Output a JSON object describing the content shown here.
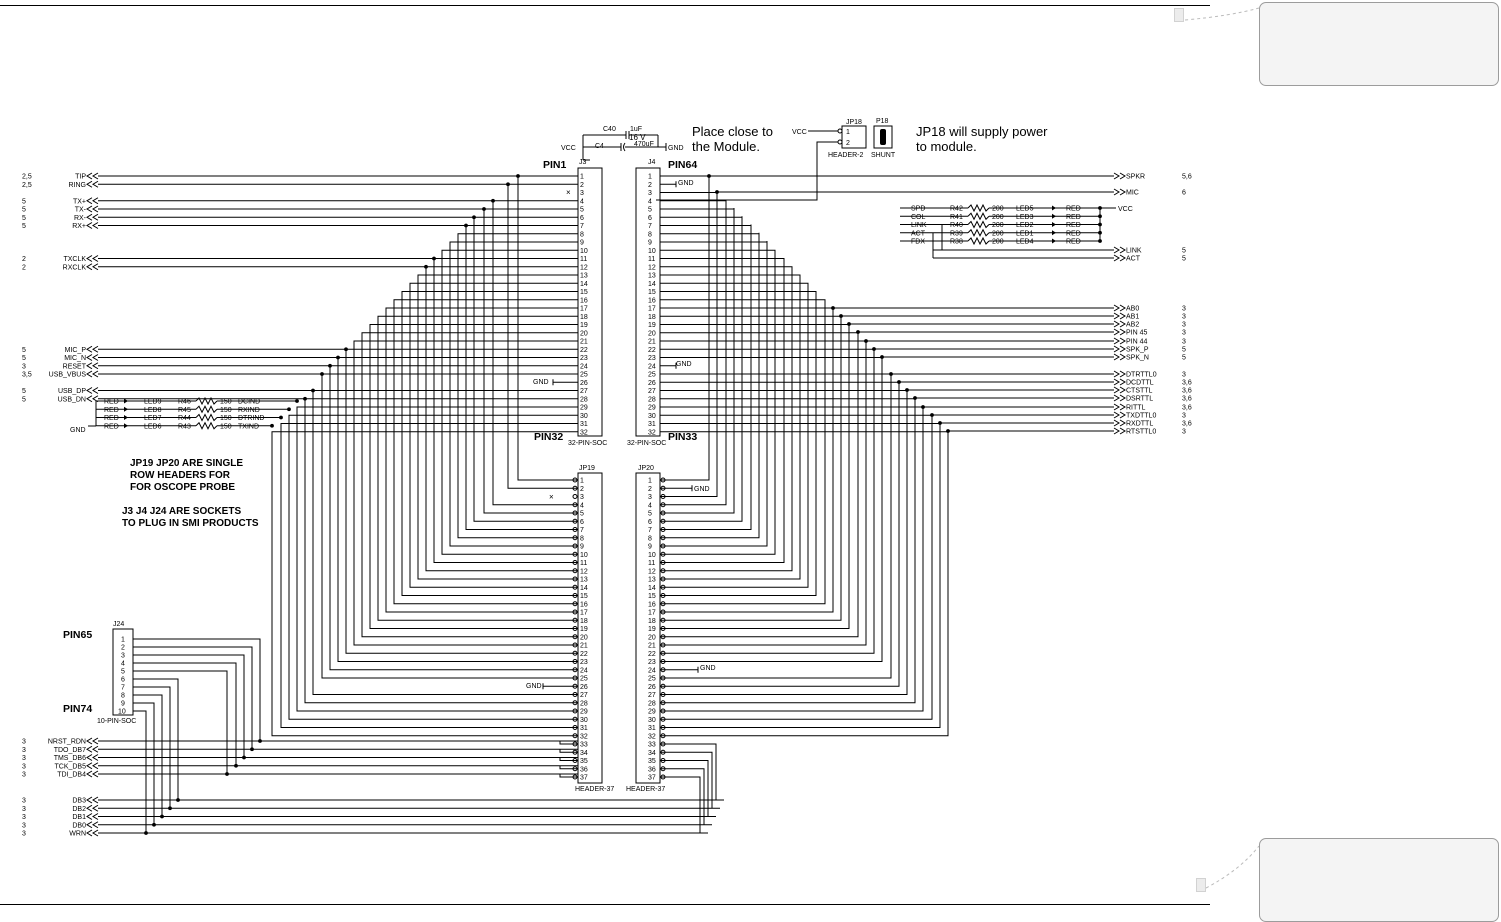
{
  "texts": {
    "place_note_1": "Place close to",
    "place_note_2": "the Module.",
    "jp18_note_1": "JP18 will supply power",
    "jp18_note_2": "to module.",
    "pin1": "PIN1",
    "pin32": "PIN32",
    "pin64": "PIN64",
    "pin33": "PIN33",
    "pin65": "PIN65",
    "pin74": "PIN74",
    "j3_ref": "J3",
    "j4_ref": "J4",
    "jp19_ref": "JP19",
    "jp20_ref": "JP20",
    "j24_ref": "J24",
    "jp18_ref": "JP18",
    "p18_ref": "P18",
    "soc32": "32-PIN-SOC",
    "soc10": "10-PIN-SOC",
    "header37": "HEADER-37",
    "header2": "HEADER-2",
    "shunt": "SHUNT",
    "c40": "C40",
    "c40_val": "1uF",
    "c40_volt": "16 V",
    "c4": "C4",
    "c4_val": "470uF",
    "vcc": "VCC",
    "gnd": "GND",
    "note1_l1": "JP19 JP20 ARE SINGLE",
    "note1_l2": "ROW HEADERS FOR",
    "note1_l3": "FOR OSCOPE PROBE",
    "note2_l1": "J3 J4 J24 ARE SOCKETS",
    "note2_l2": "TO PLUG IN SMI PRODUCTS"
  },
  "left_nets": [
    {
      "name": "TIP",
      "ref": "2,5"
    },
    {
      "name": "RING",
      "ref": "2,5"
    },
    {
      "name": "TX+",
      "ref": "5"
    },
    {
      "name": "TX-",
      "ref": "5"
    },
    {
      "name": "RX-",
      "ref": "5"
    },
    {
      "name": "RX+",
      "ref": "5"
    },
    {
      "name": "TXCLK",
      "ref": "2"
    },
    {
      "name": "RXCLK",
      "ref": "2"
    },
    {
      "name": "MIC_P",
      "ref": "5"
    },
    {
      "name": "MIC_N",
      "ref": "5"
    },
    {
      "name": "RESET",
      "ref": "3"
    },
    {
      "name": "USB_VBUS",
      "ref": "3,5"
    },
    {
      "name": "USB_DP",
      "ref": "5"
    },
    {
      "name": "USB_DN",
      "ref": "5"
    }
  ],
  "bottom_nets": [
    {
      "name": "NRST_RDN",
      "ref": "3"
    },
    {
      "name": "TDO_DB7",
      "ref": "3"
    },
    {
      "name": "TMS_DB6",
      "ref": "3"
    },
    {
      "name": "TCK_DB5",
      "ref": "3"
    },
    {
      "name": "TDI_DB4",
      "ref": "3"
    },
    {
      "name": "DB3",
      "ref": "3"
    },
    {
      "name": "DB2",
      "ref": "3"
    },
    {
      "name": "DB1",
      "ref": "3"
    },
    {
      "name": "DB0",
      "ref": "3"
    },
    {
      "name": "WRN",
      "ref": "3"
    }
  ],
  "right_nets": [
    {
      "name": "SPKR",
      "ref": "5,6"
    },
    {
      "name": "MIC",
      "ref": "6"
    },
    {
      "name": "LINK",
      "ref": "5"
    },
    {
      "name": "ACT",
      "ref": "5"
    },
    {
      "name": "AB0",
      "ref": "3"
    },
    {
      "name": "AB1",
      "ref": "3"
    },
    {
      "name": "AB2",
      "ref": "3"
    },
    {
      "name": "PIN 45",
      "ref": "3"
    },
    {
      "name": "PIN 44",
      "ref": "3"
    },
    {
      "name": "SPK_P",
      "ref": "5"
    },
    {
      "name": "SPK_N",
      "ref": "5"
    },
    {
      "name": "DTRTTL0",
      "ref": "3"
    },
    {
      "name": "DCDTTL",
      "ref": "3,6"
    },
    {
      "name": "CTSTTL",
      "ref": "3,6"
    },
    {
      "name": "DSRTTL",
      "ref": "3,6"
    },
    {
      "name": "RITTL",
      "ref": "3,6"
    },
    {
      "name": "TXDTTL0",
      "ref": "3"
    },
    {
      "name": "RXDTTL",
      "ref": "3,6"
    },
    {
      "name": "RTSTTL0",
      "ref": "3"
    }
  ],
  "left_leds": [
    {
      "color": "RED",
      "led": "LED9",
      "res": "R46",
      "val": "150",
      "net": "DCIND"
    },
    {
      "color": "RED",
      "led": "LED8",
      "res": "R45",
      "val": "150",
      "net": "RXIND"
    },
    {
      "color": "RED",
      "led": "LED7",
      "res": "R44",
      "val": "150",
      "net": "DTRIND"
    },
    {
      "color": "RED",
      "led": "LED6",
      "res": "R43",
      "val": "150",
      "net": "TXIND"
    }
  ],
  "right_leds": [
    {
      "net": "SPD",
      "res": "R42",
      "val": "200",
      "led": "LED5",
      "color": "RED"
    },
    {
      "net": "COL",
      "res": "R41",
      "val": "200",
      "led": "LED3",
      "color": "RED"
    },
    {
      "net": "LINK",
      "res": "R40",
      "val": "200",
      "led": "LED2",
      "color": "RED"
    },
    {
      "net": "ACT",
      "res": "R39",
      "val": "200",
      "led": "LED1",
      "color": "RED"
    },
    {
      "net": "FDX",
      "res": "R38",
      "val": "200",
      "led": "LED4",
      "color": "RED"
    }
  ]
}
